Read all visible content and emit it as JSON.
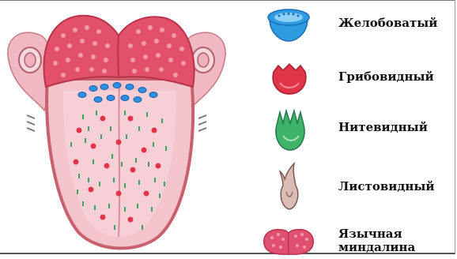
{
  "legend": {
    "items": [
      {
        "id": "circumvallate",
        "label": "Желобоватый",
        "icon": "circumvallate-papilla-icon",
        "color": "#2f9be0"
      },
      {
        "id": "fungiform",
        "label": "Грибовидный",
        "icon": "fungiform-papilla-icon",
        "color": "#e03448"
      },
      {
        "id": "filiform",
        "label": "Нитевидный",
        "icon": "filiform-papilla-icon",
        "color": "#3fb36a"
      },
      {
        "id": "foliate",
        "label": "Листовидный",
        "icon": "foliate-papilla-icon",
        "color": "#c4a39b"
      },
      {
        "id": "tonsil",
        "label_line1": "Язычная",
        "label_line2": "миндалина",
        "icon": "lingual-tonsil-icon",
        "color": "#e05070"
      }
    ]
  },
  "colors": {
    "tongue_body": "#f4c4cc",
    "tongue_root": "#e2506a",
    "epiglottis": "#f2b3bc"
  }
}
